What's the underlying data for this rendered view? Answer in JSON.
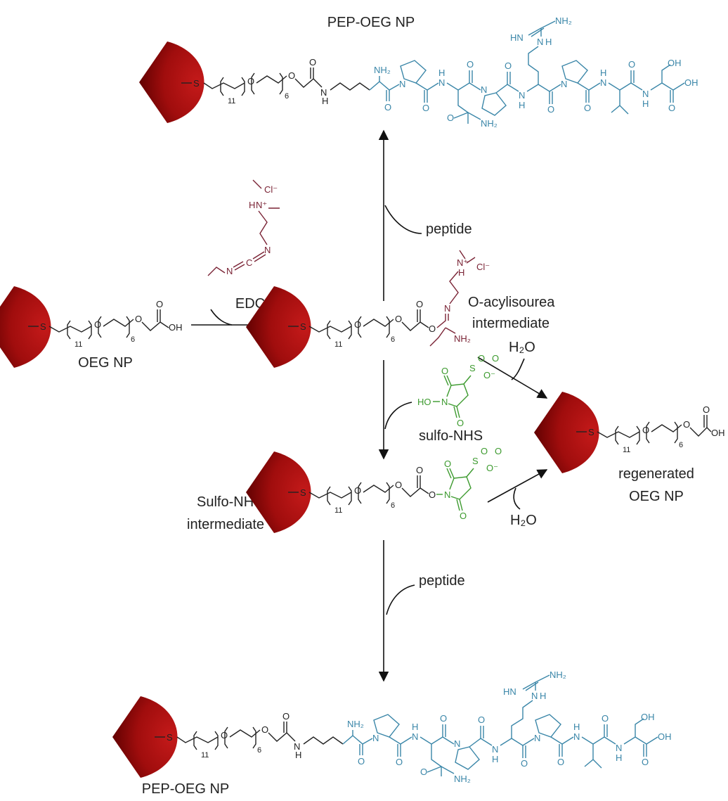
{
  "labels": {
    "top_product": "PEP-OEG NP",
    "bottom_product": "PEP-OEG NP",
    "start": "OEG NP",
    "edc_reagent": "EDC",
    "peptide_top": "peptide",
    "peptide_bottom": "peptide",
    "acylisourea_line1": "O-acylisourea",
    "acylisourea_line2": "intermediate",
    "water_top": "H₂O",
    "water_bottom": "H₂O",
    "sulfo_nhs": "sulfo-NHS",
    "sulfo_intermediate_line1": "Sulfo-NHS",
    "sulfo_intermediate_line2": "intermediate",
    "regenerated_line1": "regenerated",
    "regenerated_line2": "OEG NP"
  },
  "atoms": {
    "sulfur": "S",
    "oxygen": "O",
    "hydroxyl": "OH",
    "nh": "N",
    "h": "H",
    "nh2": "NH₂",
    "hn": "HN",
    "chloride": "Cl⁻",
    "ammonium": "H",
    "nplus": "N⁺",
    "so3": "S",
    "ominus": "O⁻",
    "ho": "HO",
    "n_ring": "N",
    "c_edc": "C",
    "repeat_11": "11",
    "repeat_6": "6"
  },
  "colors": {
    "nanoparticle_dark": "#5a0000",
    "nanoparticle_light": "#c41a1a",
    "peptide": "#3a86a8",
    "edc": "#7a2335",
    "sulfo_nhs": "#3c9a2e",
    "arrow": "#111111"
  }
}
